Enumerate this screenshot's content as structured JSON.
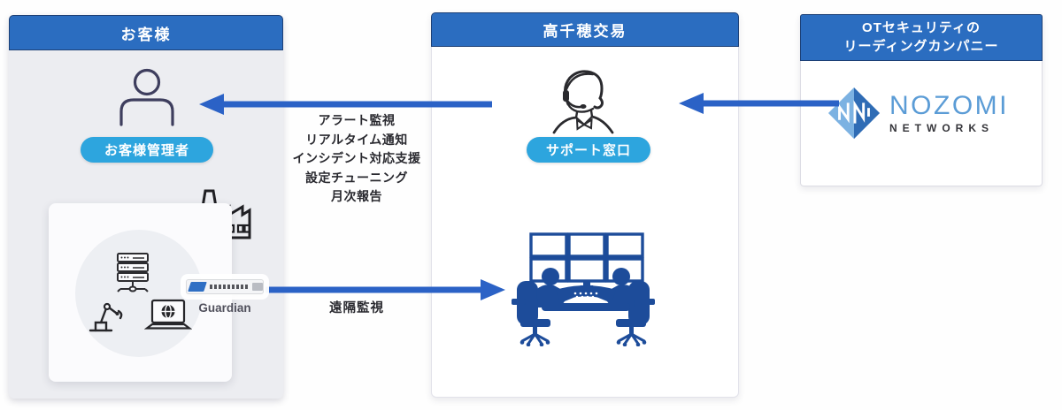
{
  "customer_panel": {
    "header": "お客様",
    "badge": "お客様管理者",
    "guardian_label": "Guardian",
    "icons": [
      "person-icon",
      "factory-icon",
      "server-icon",
      "robot-arm-icon",
      "laptop-icon",
      "guardian-appliance"
    ]
  },
  "takachiho_panel": {
    "header": "高千穂交易",
    "badge": "サポート窓口",
    "icons": [
      "support-agent-icon",
      "monitoring-room-illustration"
    ]
  },
  "nozomi_panel": {
    "header_line1": "OTセキュリティの",
    "header_line2": "リーディングカンパニー",
    "brand": "NOZOMI",
    "brand_sub": "NETWORKS",
    "icons": [
      "nozomi-diamond-logo"
    ]
  },
  "flows": {
    "support_to_customer": {
      "direction": "takachiho-to-customer",
      "lines": [
        "アラート監視",
        "リアルタイム通知",
        "インシデント対応支援",
        "設定チューニング",
        "月次報告"
      ]
    },
    "remote_monitoring": {
      "direction": "guardian-to-takachiho",
      "label": "遠隔監視"
    },
    "nozomi_to_support": {
      "direction": "nozomi-to-takachiho",
      "label": ""
    }
  },
  "colors": {
    "header_blue": "#2b6dc0",
    "header_border": "#1d4076",
    "badge_blue": "#2da5de",
    "arrow_blue": "#2b62c6",
    "illustration_navy": "#1d4c9a",
    "panel_gray": "#ecedf1",
    "nozomi_light_blue": "#7cb2e2",
    "nozomi_dark_blue": "#2f6cb5",
    "nozomi_text_blue": "#5b9cd6"
  }
}
